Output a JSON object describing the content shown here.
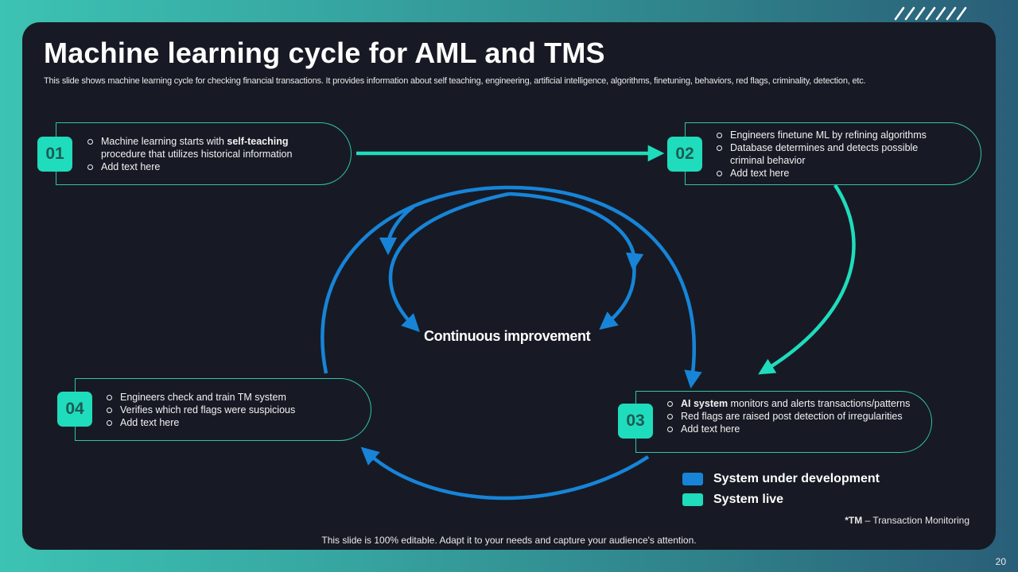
{
  "slide": {
    "title": "Machine learning cycle for AML and TMS",
    "subtitle": "This slide shows machine learning cycle for checking financial transactions. It provides information about self teaching, engineering, artificial intelligence, algorithms, finetuning, behaviors, red flags, criminality, detection, etc.",
    "page_number": "20",
    "footer": "This slide is 100% editable. Adapt it to your needs and capture your audience's attention."
  },
  "colors": {
    "live": "#1fdcbc",
    "development": "#1784d8",
    "panel": "#171a24"
  },
  "steps": [
    {
      "number": "01",
      "status": "live",
      "items": [
        {
          "prefix": "Machine learning starts with ",
          "bold": "self-teaching",
          "suffix": " procedure that utilizes historical information"
        },
        {
          "prefix": "Add text here",
          "bold": "",
          "suffix": ""
        }
      ]
    },
    {
      "number": "02",
      "status": "live",
      "items": [
        {
          "prefix": "Engineers finetune ML by refining algorithms",
          "bold": "",
          "suffix": ""
        },
        {
          "prefix": "Database determines and detects possible criminal behavior",
          "bold": "",
          "suffix": ""
        },
        {
          "prefix": "Add text here",
          "bold": "",
          "suffix": ""
        }
      ]
    },
    {
      "number": "03",
      "status": "development",
      "items": [
        {
          "prefix": "",
          "bold": "AI system",
          "suffix": " monitors and alerts transactions/patterns"
        },
        {
          "prefix": "Red flags are raised post detection of irregularities",
          "bold": "",
          "suffix": ""
        },
        {
          "prefix": "Add text here",
          "bold": "",
          "suffix": ""
        }
      ]
    },
    {
      "number": "04",
      "status": "development",
      "items": [
        {
          "prefix": "Engineers check and train TM system",
          "bold": "",
          "suffix": ""
        },
        {
          "prefix": "Verifies which red flags were suspicious",
          "bold": "",
          "suffix": ""
        },
        {
          "prefix": "Add text here",
          "bold": "",
          "suffix": ""
        }
      ]
    }
  ],
  "center_label": "Continuous improvement",
  "legend": [
    {
      "label": "System under development",
      "color": "#1784d8"
    },
    {
      "label": "System live",
      "color": "#1fdcbc"
    }
  ],
  "footnote": {
    "abbr": "*TM",
    "text": " – Transaction Monitoring"
  }
}
